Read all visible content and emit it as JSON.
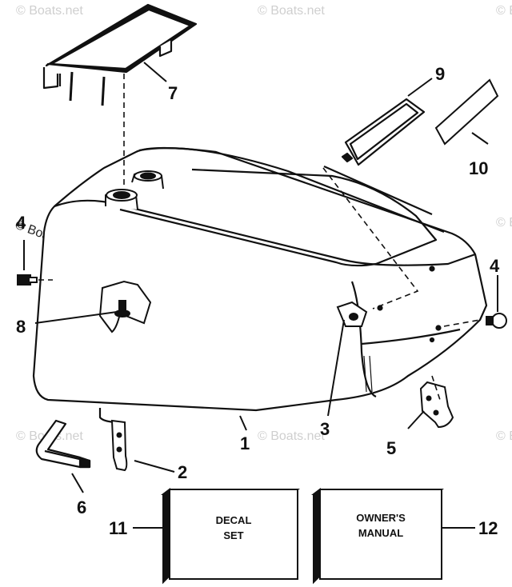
{
  "watermarks": {
    "text": "© Boats.net",
    "corner_text": "© Boats.net"
  },
  "callouts": {
    "c1": "1",
    "c2": "2",
    "c3": "3",
    "c4a": "4",
    "c4b": "4",
    "c5": "5",
    "c6": "6",
    "c7": "7",
    "c8": "8",
    "c9": "9",
    "c10": "10",
    "c11": "11",
    "c12": "12"
  },
  "boxes": {
    "decal_line1": "DECAL",
    "decal_line2": "SET",
    "manual_line1": "OWNER'S",
    "manual_line2": "MANUAL"
  }
}
